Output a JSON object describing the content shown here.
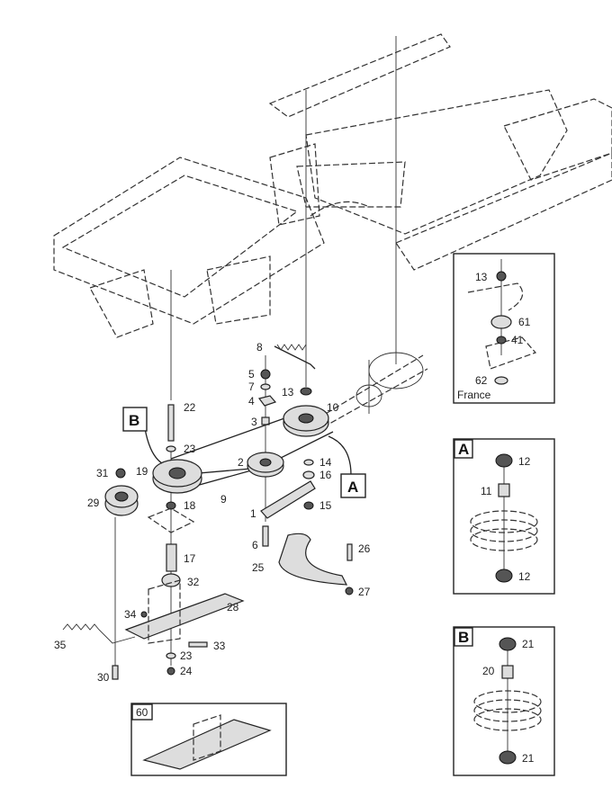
{
  "callouts": {
    "a": "A",
    "b": "B"
  },
  "main_labels": {
    "p8": "8",
    "p5": "5",
    "p7": "7",
    "p4": "4",
    "p3": "3",
    "p13": "13",
    "p10": "10",
    "p22": "22",
    "p23a": "23",
    "p19": "19",
    "p2": "2",
    "p14": "14",
    "p16": "16",
    "p31": "31",
    "p29": "29",
    "p18": "18",
    "p9": "9",
    "p1": "1",
    "p15": "15",
    "p6": "6",
    "p17": "17",
    "p32": "32",
    "p25": "25",
    "p26": "26",
    "p27": "27",
    "p28": "28",
    "p34": "34",
    "p35": "35",
    "p33": "33",
    "p23b": "23",
    "p24": "24",
    "p30": "30"
  },
  "inset_france": {
    "caption": "France",
    "labels": [
      "13",
      "61",
      "41",
      "62"
    ]
  },
  "inset_a": {
    "title": "A",
    "labels": [
      "12",
      "11",
      "12"
    ]
  },
  "inset_b": {
    "title": "B",
    "labels": [
      "21",
      "20",
      "21"
    ]
  },
  "inset_60": {
    "title": "60"
  }
}
